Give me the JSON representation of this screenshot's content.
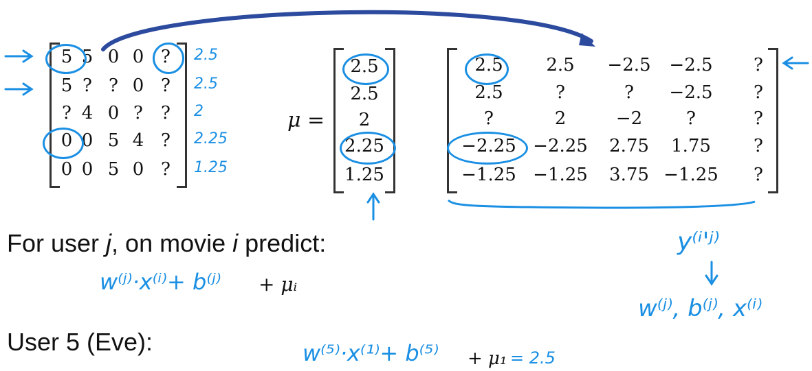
{
  "ratings": {
    "rows": [
      [
        "5",
        "5",
        "0",
        "0",
        "?"
      ],
      [
        "5",
        "?",
        "?",
        "0",
        "?"
      ],
      [
        "?",
        "4",
        "0",
        "?",
        "?"
      ],
      [
        "0",
        "0",
        "5",
        "4",
        "?"
      ],
      [
        "0",
        "0",
        "5",
        "0",
        "?"
      ]
    ],
    "row_means": [
      "2.5",
      "2.5",
      "2",
      "2.25",
      "1.25"
    ]
  },
  "mu": {
    "label": "μ =",
    "values": [
      "2.5",
      "2.5",
      "2",
      "2.25",
      "1.25"
    ]
  },
  "normalized": {
    "rows": [
      [
        "2.5",
        "2.5",
        "−2.5",
        "−2.5",
        "?"
      ],
      [
        "2.5",
        "?",
        "?",
        "−2.5",
        "?"
      ],
      [
        "?",
        "2",
        "−2",
        "?",
        "?"
      ],
      [
        "−2.25",
        "−2.25",
        "2.75",
        "1.75",
        "?"
      ],
      [
        "−1.25",
        "−1.25",
        "3.75",
        "−1.25",
        "?"
      ]
    ]
  },
  "predict": {
    "heading_parts": [
      "For user ",
      "j",
      ", on movie ",
      "i",
      " predict:"
    ],
    "formula_hw": "w⁽ʲ⁾·x⁽ⁱ⁾+ b⁽ʲ⁾",
    "formula_mu": "+ μᵢ"
  },
  "notes": {
    "y_label": "y⁽ⁱ'ʲ⁾",
    "params": "w⁽ʲ⁾, b⁽ʲ⁾, x⁽ⁱ⁾"
  },
  "eve": {
    "heading": "User 5 (Eve):",
    "formula_hw": "w⁽⁵⁾·x⁽¹⁾+ b⁽⁵⁾",
    "formula_mu": "+ μ₁",
    "result": "= 2.5"
  },
  "colors": {
    "ink_blue": "#1a8fe3",
    "ink_dark_blue": "#2c4a9e",
    "text": "#111111"
  }
}
